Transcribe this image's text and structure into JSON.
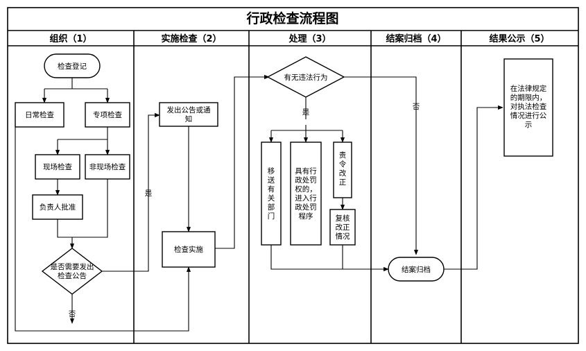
{
  "title": "行政检查流程图",
  "lanes": [
    {
      "label": "组织（1）"
    },
    {
      "label": "实施检查（2）"
    },
    {
      "label": "处理（3）"
    },
    {
      "label": "结案归档（4）"
    },
    {
      "label": "结果公示（5）"
    }
  ],
  "nodes": {
    "register": {
      "label": "检查登记",
      "shape": "rounded"
    },
    "routine": {
      "label": "日常检查",
      "shape": "rect"
    },
    "special": {
      "label": "专项检查",
      "shape": "rect"
    },
    "onsite": {
      "label": "现场检查",
      "shape": "rect"
    },
    "offsite": {
      "label": "非现场检查",
      "shape": "rect"
    },
    "approval": {
      "label": "负责人批准",
      "shape": "rect"
    },
    "need_notice": {
      "lines": [
        "是否需要发出",
        "检查公告"
      ],
      "shape": "diamond"
    },
    "notice": {
      "lines": [
        "发出公告或通",
        "知"
      ],
      "shape": "rect"
    },
    "implement": {
      "label": "检查实施",
      "shape": "rect"
    },
    "violation": {
      "label": "有无违法行为",
      "shape": "diamond"
    },
    "transfer": {
      "lines": [
        "移",
        "送",
        "有",
        "关",
        "部",
        "门"
      ],
      "shape": "rect"
    },
    "punish": {
      "lines": [
        "具有行",
        "政处罚",
        "权的，",
        "进入行",
        "政处罚",
        "程序"
      ],
      "shape": "rect"
    },
    "rectify": {
      "lines": [
        "责",
        "令",
        "改",
        "正"
      ],
      "shape": "rect"
    },
    "review": {
      "lines": [
        "复核",
        "改正",
        "情况"
      ],
      "shape": "rect"
    },
    "archive": {
      "label": "结案归档",
      "shape": "rounded"
    },
    "publicize": {
      "lines": [
        "在法律规定",
        "的期限内，",
        "对执法检查",
        "情况进行公",
        "示"
      ],
      "shape": "rect"
    }
  },
  "edge_labels": {
    "yes_notice": "是",
    "no_notice": "否",
    "yes_violation": "是",
    "no_violation": "否"
  }
}
